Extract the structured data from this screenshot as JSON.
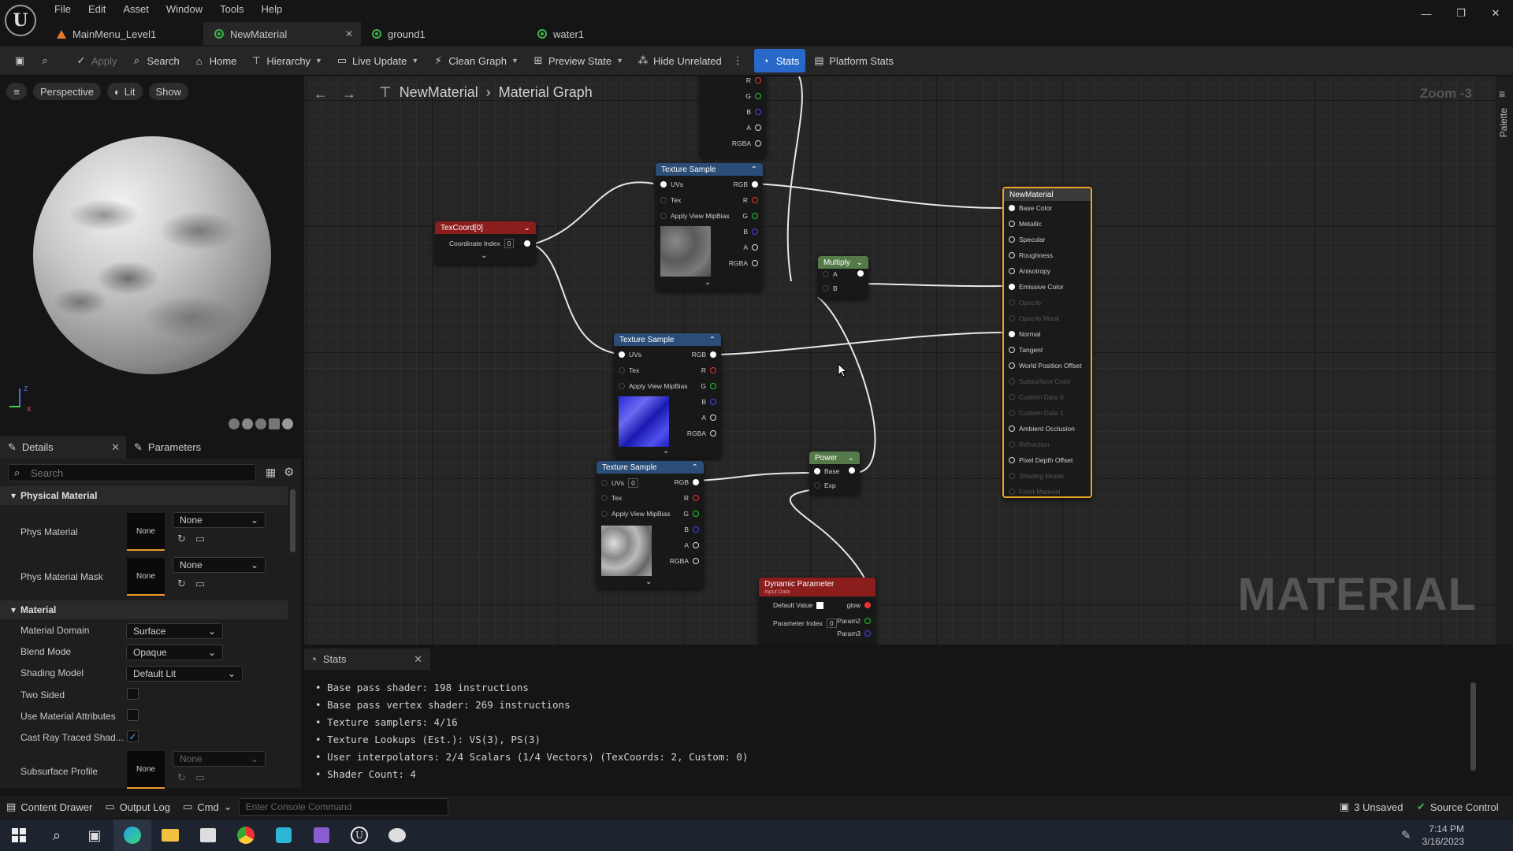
{
  "app": {
    "logo": "U"
  },
  "menu": [
    "File",
    "Edit",
    "Asset",
    "Window",
    "Tools",
    "Help"
  ],
  "tabs": [
    {
      "label": "MainMenu_Level1",
      "icon": "level-icon"
    },
    {
      "label": "NewMaterial",
      "icon": "material-icon",
      "active": true
    },
    {
      "label": "ground1",
      "icon": "material-icon"
    },
    {
      "label": "water1",
      "icon": "material-icon"
    }
  ],
  "toolbar": {
    "apply": "Apply",
    "search": "Search",
    "home": "Home",
    "hierarchy": "Hierarchy",
    "live_update": "Live Update",
    "clean_graph": "Clean Graph",
    "preview_state": "Preview State",
    "hide_unrelated": "Hide Unrelated",
    "stats": "Stats",
    "platform_stats": "Platform Stats"
  },
  "viewport": {
    "perspective": "Perspective",
    "lit": "Lit",
    "show": "Show",
    "axis_z": "z",
    "axis_x": "x"
  },
  "details": {
    "tab_details": "Details",
    "tab_parameters": "Parameters",
    "search_placeholder": "Search",
    "section_physical": "Physical Material",
    "phys_material": "Phys Material",
    "phys_material_value": "None",
    "phys_material_thumb": "None",
    "phys_material_mask": "Phys Material Mask",
    "phys_material_mask_value": "None",
    "phys_material_mask_thumb": "None",
    "section_material": "Material",
    "material_domain": "Material Domain",
    "material_domain_value": "Surface",
    "blend_mode": "Blend Mode",
    "blend_mode_value": "Opaque",
    "shading_model": "Shading Model",
    "shading_model_value": "Default Lit",
    "two_sided": "Two Sided",
    "use_material_attributes": "Use Material Attributes",
    "cast_ray_traced": "Cast Ray Traced Shad...",
    "subsurface_profile": "Subsurface Profile",
    "subsurface_value": "None",
    "subsurface_thumb": "None"
  },
  "graph": {
    "breadcrumb_root": "NewMaterial",
    "breadcrumb_child": "Material Graph",
    "zoom": "Zoom -3",
    "palette": "Palette",
    "watermark": "MATERIAL",
    "nodes": {
      "texcoord": {
        "title": "TexCoord[0]",
        "coord_index": "Coordinate Index",
        "coord_value": "0"
      },
      "ts1": {
        "title": "Texture Sample",
        "uvs": "UVs",
        "tex": "Tex",
        "mip": "Apply View MipBias",
        "rgb": "RGB",
        "r": "R",
        "g": "G",
        "b": "B",
        "a": "A",
        "rgba": "RGBA"
      },
      "ts2": {
        "title": "Texture Sample",
        "uvs": "UVs",
        "tex": "Tex",
        "mip": "Apply View MipBias",
        "rgb": "RGB",
        "r": "R",
        "g": "G",
        "b": "B",
        "a": "A",
        "rgba": "RGBA"
      },
      "ts3": {
        "title": "Texture Sample",
        "uvs": "UVs",
        "uvs_value": "0",
        "tex": "Tex",
        "mip": "Apply View MipBias",
        "rgb": "RGB",
        "r": "R",
        "g": "G",
        "b": "B",
        "a": "A",
        "rgba": "RGBA"
      },
      "top": {
        "r": "R",
        "g": "G",
        "b": "B",
        "a": "A",
        "rgba": "RGBA"
      },
      "multiply": {
        "title": "Multiply",
        "a": "A",
        "b": "B"
      },
      "power": {
        "title": "Power",
        "base": "Base",
        "exp": "Exp"
      },
      "dynparam": {
        "title": "Dynamic Parameter",
        "subtitle": "Input Data",
        "default_value": "Default Value",
        "glow": "glow",
        "param_index": "Parameter Index",
        "param_index_value": "0",
        "param2": "Param2",
        "param3": "Param3"
      },
      "result": {
        "title": "NewMaterial",
        "pins": [
          "Base Color",
          "Metallic",
          "Specular",
          "Roughness",
          "Anisotropy",
          "Emissive Color",
          "Opacity",
          "Opacity Mask",
          "Normal",
          "Tangent",
          "World Position Offset",
          "Subsurface Color",
          "Custom Data 0",
          "Custom Data 1",
          "Ambient Occlusion",
          "Refraction",
          "Pixel Depth Offset",
          "Shading Model",
          "Front Material"
        ]
      }
    }
  },
  "stats": {
    "tab": "Stats",
    "lines": [
      "Base pass shader: 198 instructions",
      "Base pass vertex shader: 269 instructions",
      "Texture samplers: 4/16",
      "Texture Lookups (Est.): VS(3), PS(3)",
      "User interpolators: 2/4 Scalars (1/4 Vectors) (TexCoords: 2, Custom: 0)",
      "Shader Count: 4"
    ]
  },
  "bottombar": {
    "content_drawer": "Content Drawer",
    "output_log": "Output Log",
    "cmd": "Cmd",
    "console_placeholder": "Enter Console Command",
    "unsaved": "3 Unsaved",
    "source_control": "Source Control"
  },
  "taskbar": {
    "time": "7:14 PM",
    "date": "3/16/2023"
  },
  "colors": {
    "accent": "#2768c8",
    "node_texture": "#2b4e78",
    "node_coord": "#8b1d1d",
    "node_math": "#557a4a",
    "result_border": "#e8a72a"
  }
}
